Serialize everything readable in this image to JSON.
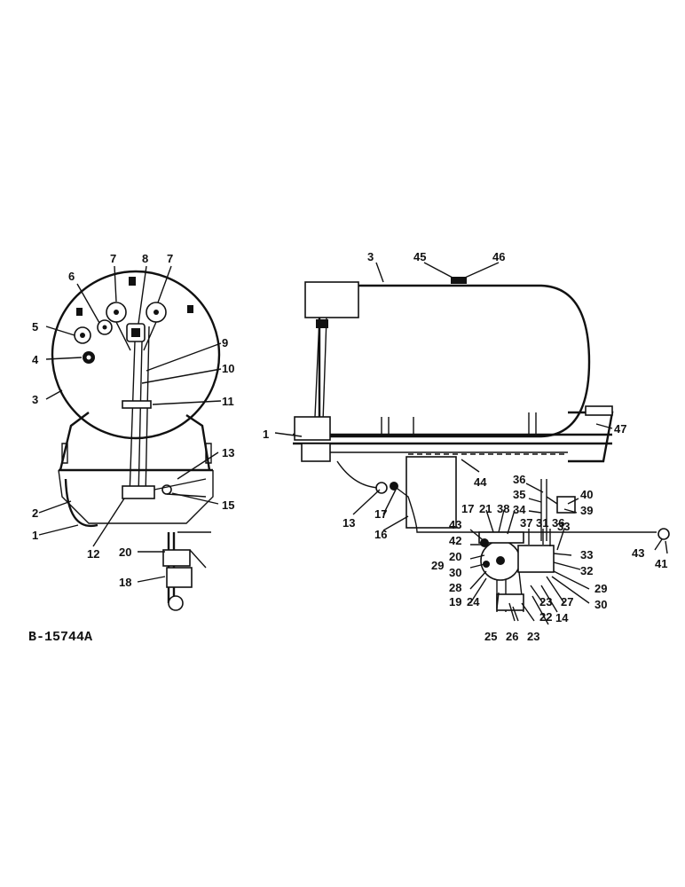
{
  "figure_id": "B-15744A",
  "left_view": {
    "callouts": [
      "1",
      "2",
      "3",
      "4",
      "5",
      "6",
      "7",
      "8",
      "7",
      "9",
      "10",
      "11",
      "12",
      "13",
      "15",
      "18",
      "20"
    ]
  },
  "right_view": {
    "callouts": [
      "1",
      "3",
      "45",
      "46",
      "47",
      "44",
      "13",
      "17",
      "16",
      "36",
      "35",
      "34",
      "40",
      "39",
      "17",
      "21",
      "38",
      "43",
      "42",
      "20",
      "29",
      "30",
      "28",
      "19",
      "24",
      "25",
      "26",
      "23",
      "23",
      "22",
      "37",
      "31",
      "36",
      "33",
      "33",
      "32",
      "29",
      "30",
      "27",
      "14",
      "43",
      "41"
    ]
  }
}
